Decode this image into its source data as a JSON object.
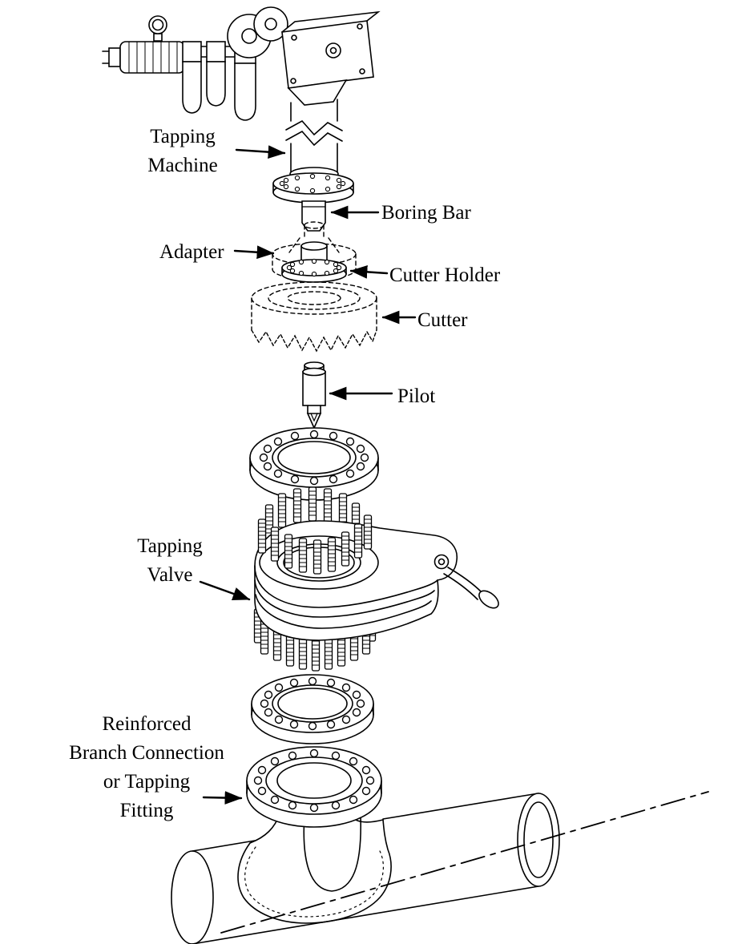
{
  "page": {
    "background_color": "#ffffff",
    "ink_color": "#000000"
  },
  "diagram": {
    "type": "exploded-assembly-line-drawing",
    "labels": {
      "tapping_machine": "Tapping\nMachine",
      "boring_bar": "Boring Bar",
      "adapter": "Adapter",
      "cutter_holder": "Cutter Holder",
      "cutter": "Cutter",
      "pilot": "Pilot",
      "tapping_valve": "Tapping\nValve",
      "tapping_fitting": "Reinforced\nBranch Connection\nor Tapping\nFitting"
    },
    "parts_top_to_bottom": [
      "Tapping Machine",
      "Boring Bar",
      "Adapter",
      "Cutter Holder",
      "Cutter",
      "Pilot",
      "Tapping Valve",
      "Reinforced Branch Connection or Tapping Fitting"
    ]
  }
}
